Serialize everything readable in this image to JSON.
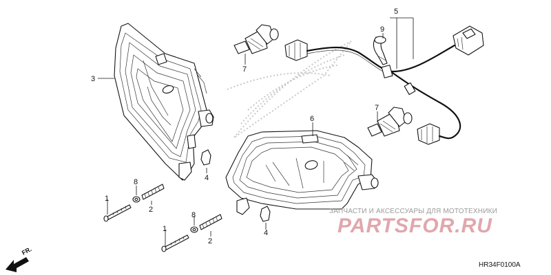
{
  "diagram": {
    "code": "HR34F0100A",
    "front_indicator": "FR.",
    "watermark_text": "ЗАПЧАСТИ И АКСЕССУАРЫ ДЛЯ МОТОТЕХНИКИ",
    "watermark_logo": "PARTSFOR.RU",
    "callouts": {
      "c1_lower": "1",
      "c1_upper": "1",
      "c2_lower": "2",
      "c2_upper": "2",
      "c3": "3",
      "c4_lower": "4",
      "c4_upper": "4",
      "c5": "5",
      "c6": "6",
      "c7_lower": "7",
      "c7_upper": "7",
      "c8_lower": "8",
      "c8_upper": "8",
      "c9": "9"
    }
  }
}
